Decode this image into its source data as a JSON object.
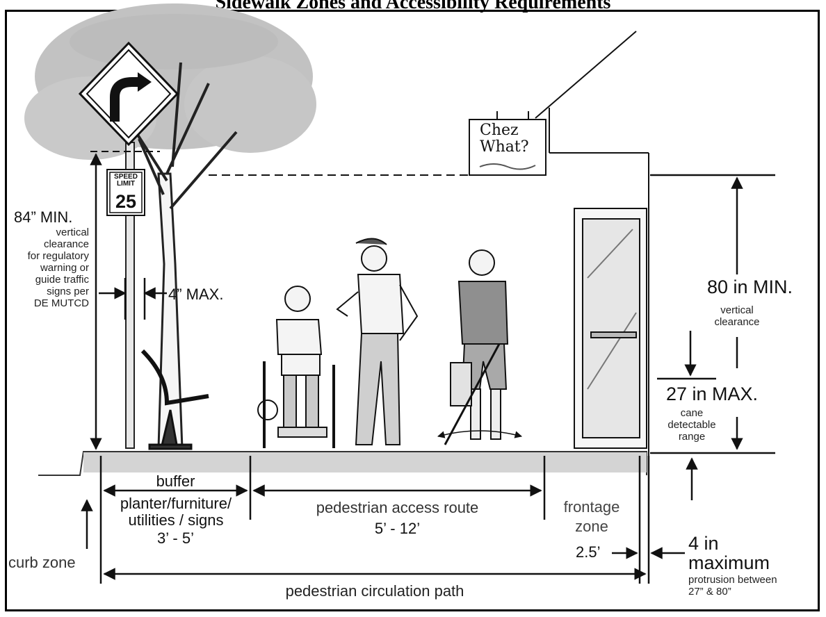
{
  "title": "Sidewalk Zones and Accessibility Requirements",
  "sign_speed": {
    "line1": "SPEED",
    "line2": "LIMIT",
    "value": "25"
  },
  "shop_sign": {
    "line1": "Chez",
    "line2": "What?"
  },
  "labels": {
    "min84": "84” MIN.",
    "min84_desc": [
      "vertical",
      "clearance",
      "for regulatory",
      "warning or",
      "guide traffic",
      "signs per",
      "DE MUTCD"
    ],
    "max4_post": "4” MAX.",
    "min80": "80 in MIN.",
    "min80_desc": [
      "vertical",
      "clearance"
    ],
    "max27": "27 in MAX.",
    "max27_desc": [
      "cane",
      "detectable",
      "range"
    ],
    "buffer": "buffer",
    "planter": [
      "planter/furniture/",
      "utilities / signs"
    ],
    "buffer_width": "3’ - 5’",
    "par": "pedestrian access route",
    "par_width": "5’ - 12’",
    "frontage": [
      "frontage",
      "zone"
    ],
    "frontage_width": "2.5’",
    "curb": "curb zone",
    "circulation": "pedestrian circulation path",
    "protrusion": [
      "4 in",
      "maximum"
    ],
    "protrusion_desc": [
      "protrusion between",
      "27” & 80”"
    ]
  },
  "colors": {
    "ink": "#111111",
    "ground": "#cfcfcf",
    "canopy": "#bdbdbd",
    "wall": "#f2f2f2"
  }
}
